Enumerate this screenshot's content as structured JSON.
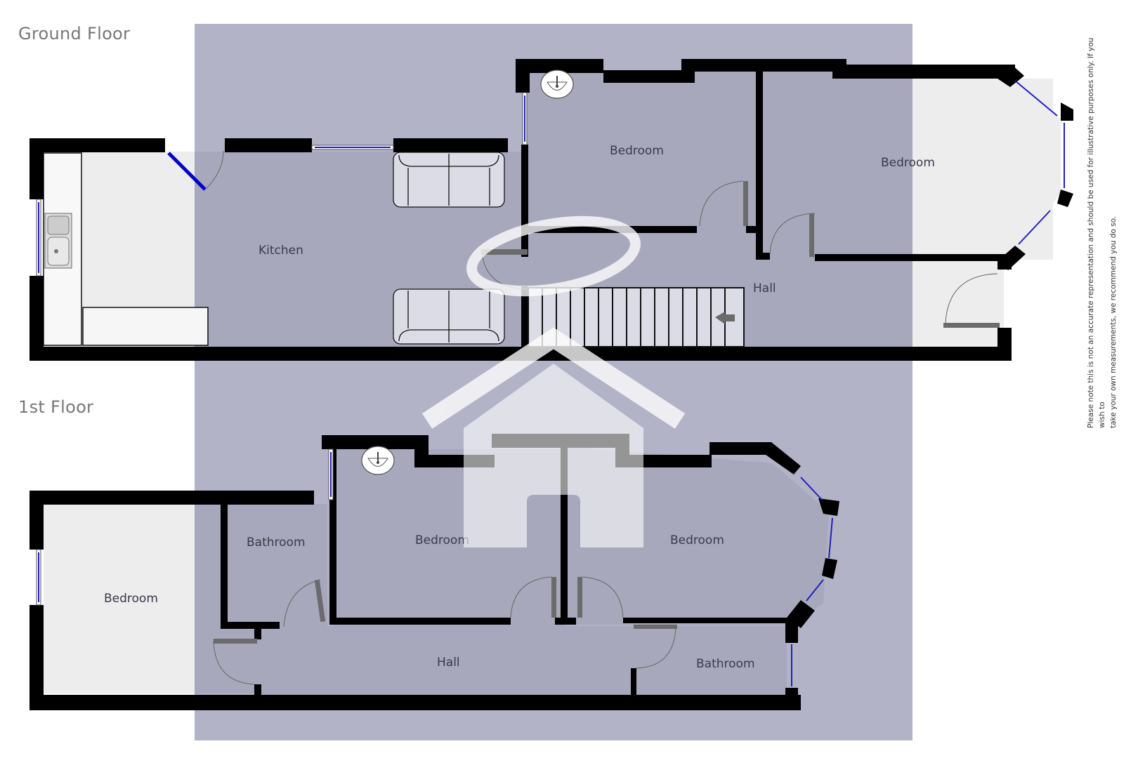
{
  "floors": [
    {
      "title": "Ground Floor",
      "rooms": [
        {
          "label": "Kitchen"
        },
        {
          "label": "Bedroom"
        },
        {
          "label": "Bedroom"
        },
        {
          "label": "Hall"
        }
      ]
    },
    {
      "title": "1st Floor",
      "rooms": [
        {
          "label": "Bedroom"
        },
        {
          "label": "Bathroom"
        },
        {
          "label": "Bedroom"
        },
        {
          "label": "Bedroom"
        },
        {
          "label": "Hall"
        },
        {
          "label": "Bathroom"
        }
      ]
    }
  ],
  "disclaimer": {
    "line1": "Please note this is not an accurate representation and should be used for illustrative purposes only. If you wish to",
    "line2": "take your own measurements, we recommend you do so."
  },
  "colors": {
    "watermark_panel": "#b3b3c8",
    "room_fill_shaded": "#a8a8bc",
    "room_fill_light": "#ededed",
    "wall": "#000000",
    "window_glass": "#2020c0",
    "door_leaf": "#6b6b6b",
    "text_title": "#77777a",
    "text_room": "#3a3a48"
  },
  "icons": [
    "house-watermark-icon",
    "sofa-icon",
    "sink-icon",
    "wash-basin-icon",
    "staircase-icon",
    "window-icon",
    "door-icon"
  ]
}
